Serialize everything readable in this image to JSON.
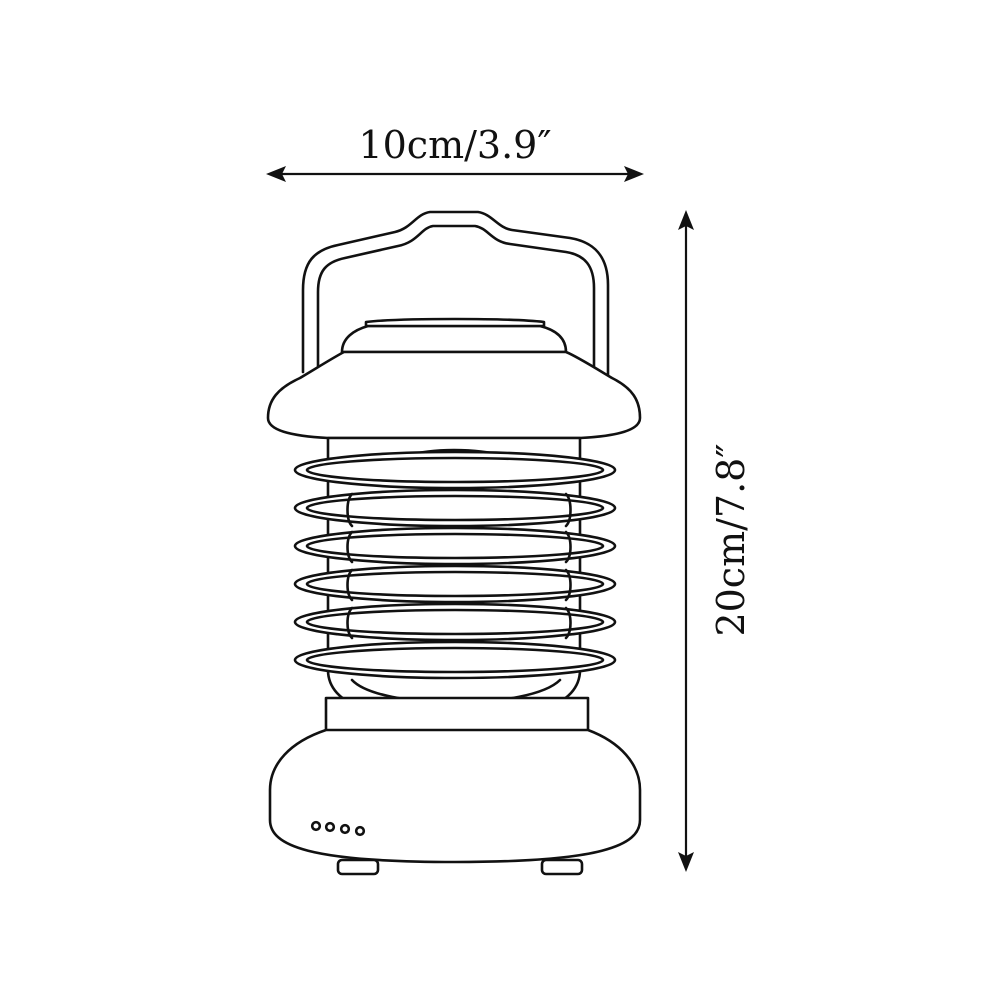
{
  "dimensions": {
    "width_label": "10cm/3.9″",
    "height_label": "20cm/7.8″"
  },
  "product": {
    "indicator_dot_count": 4,
    "ring_count": 6
  },
  "colors": {
    "line": "#111111",
    "background": "#ffffff"
  }
}
